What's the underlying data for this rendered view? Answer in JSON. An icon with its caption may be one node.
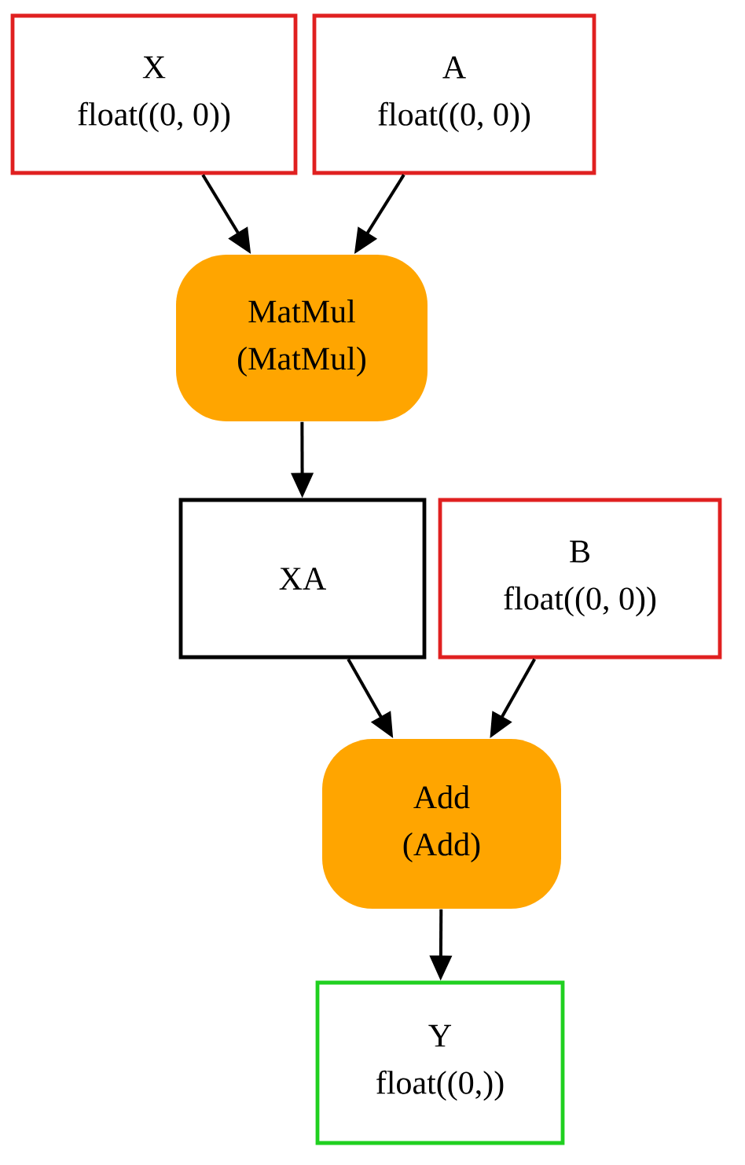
{
  "diagram": {
    "nodes": [
      {
        "text": [
          "X",
          "float((0, 0))"
        ]
      },
      {
        "text": [
          "A",
          "float((0, 0))"
        ]
      },
      {
        "text": [
          "MatMul",
          "(MatMul)"
        ]
      },
      {
        "text": [
          "XA"
        ]
      },
      {
        "text": [
          "B",
          "float((0, 0))"
        ]
      },
      {
        "text": [
          "Add",
          "(Add)"
        ]
      },
      {
        "text": [
          "Y",
          "float((0,))"
        ]
      }
    ],
    "edges": [
      {
        "from": 0,
        "to": 2,
        "arrow": "to"
      },
      {
        "from": 1,
        "to": 2,
        "arrow": "to"
      },
      {
        "from": 2,
        "to": 3,
        "arrow": "to"
      },
      {
        "from": 3,
        "to": 5,
        "arrow": "to"
      },
      {
        "from": 4,
        "to": 5,
        "arrow": "to"
      },
      {
        "from": 5,
        "to": 6,
        "arrow": "to"
      }
    ]
  }
}
